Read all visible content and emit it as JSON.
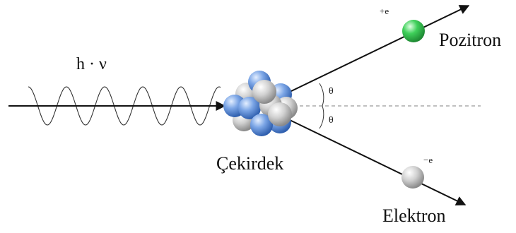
{
  "labels": {
    "photon": "h · ν",
    "nucleus": "Çekirdek",
    "positron": "Pozitron",
    "electron": "Elektron",
    "positron_charge": "+e",
    "electron_charge": "−e",
    "angle_upper": "θ",
    "angle_lower": "θ"
  },
  "colors": {
    "proton": "#5b8fd6",
    "neutron": "#c4c4c4",
    "positron": "#33c24f",
    "electron": "#bdbdbd",
    "line": "#111111",
    "axis_dashed": "#999999",
    "wave": "#333333"
  }
}
